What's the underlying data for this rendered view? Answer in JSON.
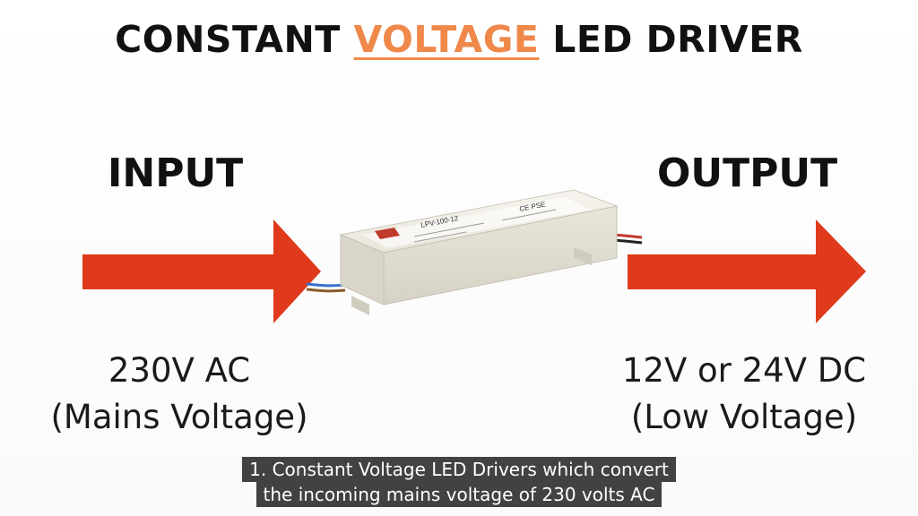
{
  "title": {
    "prefix": "CONSTANT ",
    "accent": "VOLTAGE",
    "suffix": " LED DRIVER",
    "accent_color": "#f0884a"
  },
  "input": {
    "heading": "INPUT",
    "line1": "230V AC",
    "line2": "(Mains Voltage)"
  },
  "output": {
    "heading": "OUTPUT",
    "line1": "12V or 24V DC",
    "line2": "(Low Voltage)"
  },
  "device": {
    "model": "LPV-100-12",
    "marks": "CE PSE"
  },
  "arrow_color": "#e03a1c",
  "subtitle": {
    "line1": "1. Constant Voltage LED Drivers which convert",
    "line2": "the incoming mains voltage of 230 volts AC"
  }
}
